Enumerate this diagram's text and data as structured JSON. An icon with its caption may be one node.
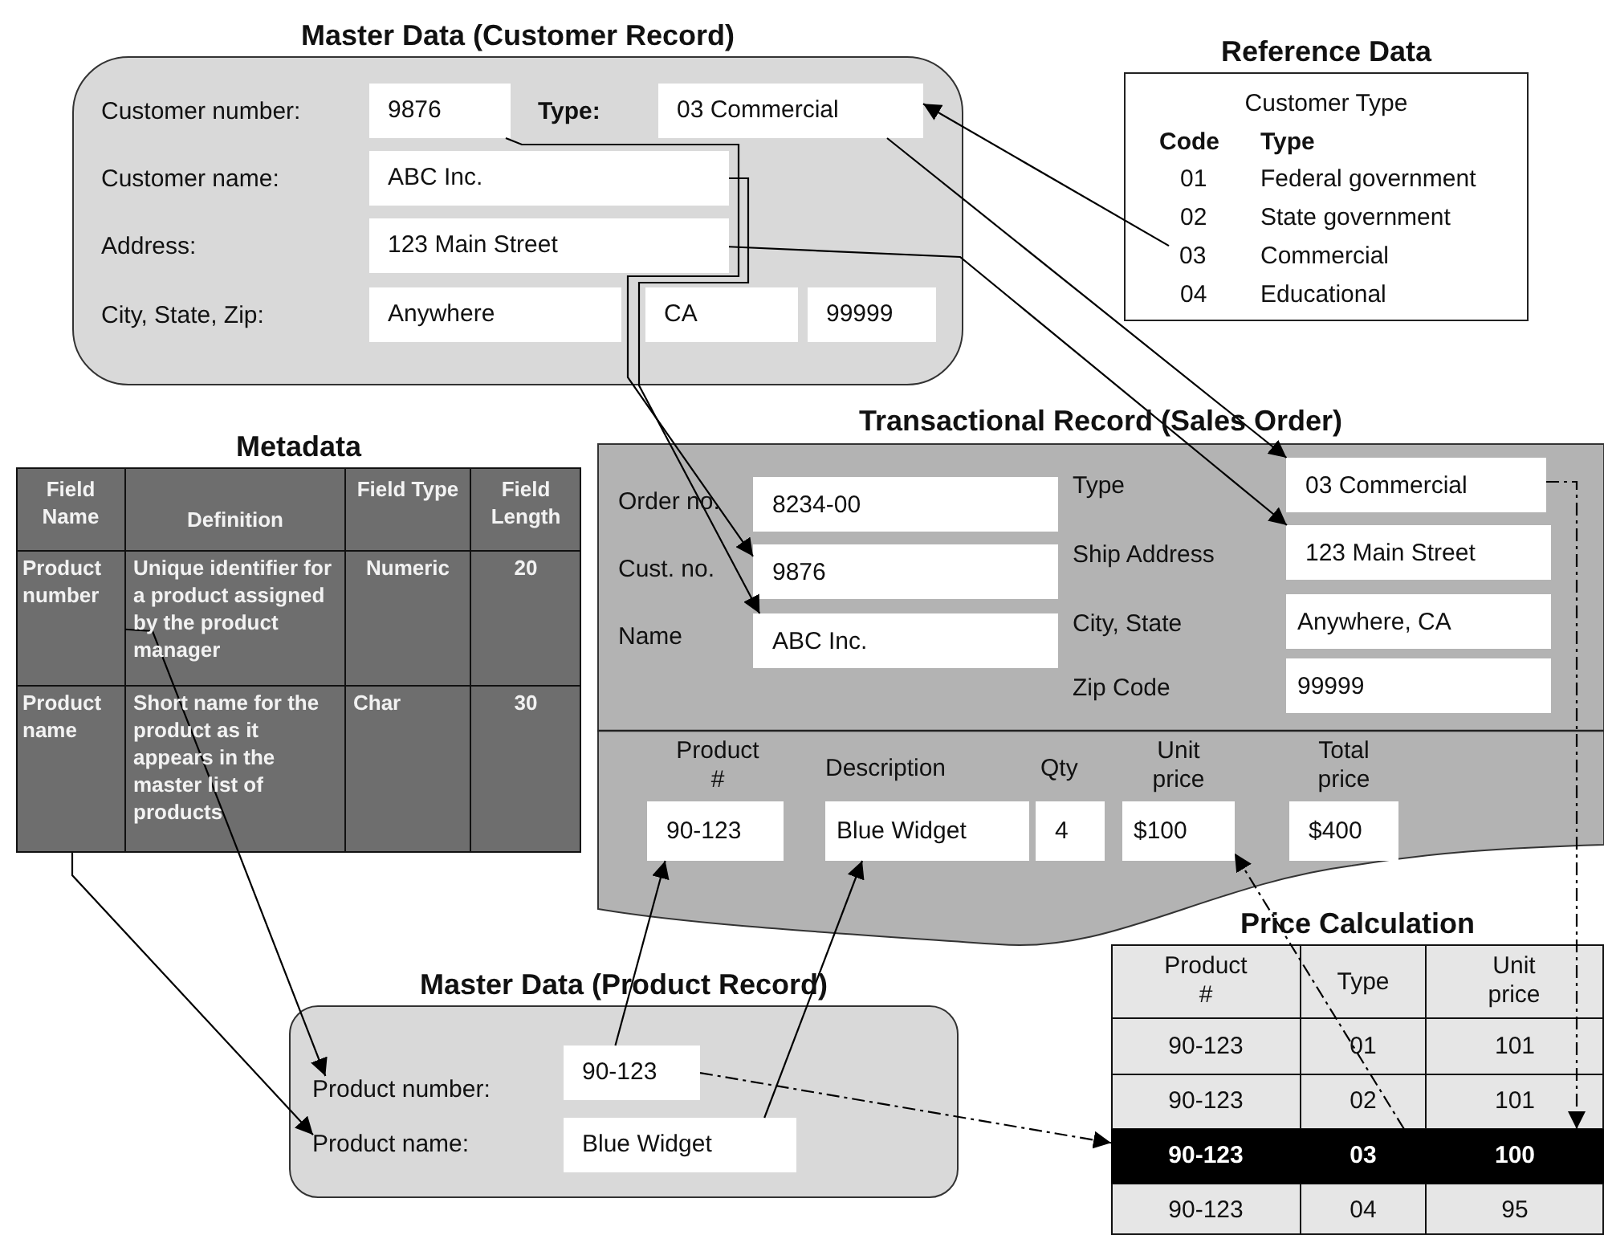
{
  "diagram": {
    "nodes": [
      {
        "text": [
          "Master Data (Customer Record)"
        ]
      },
      {
        "text": [
          "9876"
        ],
        "in": 0
      },
      {
        "text": [
          "03 Commercial"
        ],
        "in": 0
      },
      {
        "text": [
          "ABC Inc."
        ],
        "in": 0
      },
      {
        "text": [
          "123 Main Street"
        ],
        "in": 0
      },
      {
        "text": [
          "Anywhere"
        ],
        "in": 0
      },
      {
        "text": [
          "CA"
        ],
        "in": 0
      },
      {
        "text": [
          "99999"
        ],
        "in": 0
      },
      {
        "text": [
          "Reference Data",
          "Customer Type"
        ]
      },
      {
        "text": [
          "03"
        ],
        "in": 8
      },
      {
        "text": [
          "Metadata"
        ]
      },
      {
        "text": [
          "Product number"
        ],
        "in": 10
      },
      {
        "text": [
          "Product name"
        ],
        "in": 10
      },
      {
        "text": [
          "Transactional Record (Sales Order)"
        ]
      },
      {
        "text": [
          "8234-00"
        ],
        "in": 13
      },
      {
        "text": [
          "9876"
        ],
        "in": 13
      },
      {
        "text": [
          "ABC Inc."
        ],
        "in": 13
      },
      {
        "text": [
          "03 Commercial"
        ],
        "in": 13
      },
      {
        "text": [
          "123 Main Street"
        ],
        "in": 13
      },
      {
        "text": [
          "Anywhere, CA"
        ],
        "in": 13
      },
      {
        "text": [
          "99999"
        ],
        "in": 13
      },
      {
        "text": [
          "90-123"
        ],
        "in": 13
      },
      {
        "text": [
          "Blue Widget"
        ],
        "in": 13
      },
      {
        "text": [
          "4"
        ],
        "in": 13
      },
      {
        "text": [
          "$100"
        ],
        "in": 13
      },
      {
        "text": [
          "$400"
        ],
        "in": 13
      },
      {
        "text": [
          "Master Data (Product Record)"
        ]
      },
      {
        "text": [
          "Product number:"
        ],
        "in": 26
      },
      {
        "text": [
          "90-123"
        ],
        "in": 26
      },
      {
        "text": [
          "Product name:"
        ],
        "in": 26
      },
      {
        "text": [
          "Blue Widget"
        ],
        "in": 26
      },
      {
        "text": [
          "Price Calculation"
        ]
      },
      {
        "text": [
          "90-123",
          "03",
          "100"
        ],
        "in": 31
      }
    ],
    "edges": [
      {
        "from": 9,
        "to": 2,
        "arrow": "to"
      },
      {
        "from": 2,
        "to": 17,
        "arrow": "to"
      },
      {
        "from": 1,
        "to": 15,
        "arrow": "to"
      },
      {
        "from": 3,
        "to": 16,
        "arrow": "to"
      },
      {
        "from": 4,
        "to": 18,
        "arrow": "to"
      },
      {
        "from": 11,
        "to": 27,
        "arrow": "to"
      },
      {
        "from": 12,
        "to": 29,
        "arrow": "to"
      },
      {
        "from": 28,
        "to": 21,
        "arrow": "to"
      },
      {
        "from": 30,
        "to": 22,
        "arrow": "to"
      },
      {
        "from": 28,
        "to": 32,
        "arrow": "to",
        "style": "dashed"
      },
      {
        "from": 17,
        "to": 32,
        "arrow": "to",
        "style": "dashed"
      },
      {
        "from": 32,
        "to": 24,
        "arrow": "to",
        "style": "dashed"
      }
    ],
    "labels": [
      "Customer number:",
      "Type:",
      "Customer name:",
      "Address:",
      "City, State, Zip:",
      "Code",
      "Type",
      "01",
      "Federal government",
      "02",
      "State government",
      "Commercial",
      "04",
      "Educational",
      "Field Name",
      "Definition",
      "Field Type",
      "Field Length",
      "Unique identifier for a product assigned by the product manager",
      "Numeric",
      "20",
      "Short name for the product as it appears in the master list of products",
      "Char",
      "30",
      "Order no.",
      "Cust. no.",
      "Name",
      "Type",
      "Ship Address",
      "City, State",
      "Zip Code",
      "Product #",
      "Description",
      "Qty",
      "Unit price",
      "Total price",
      "Product #",
      "Type",
      "Unit price",
      "90-123",
      "01",
      "101",
      "90-123",
      "02",
      "101",
      "90-123",
      "04",
      "95"
    ]
  }
}
